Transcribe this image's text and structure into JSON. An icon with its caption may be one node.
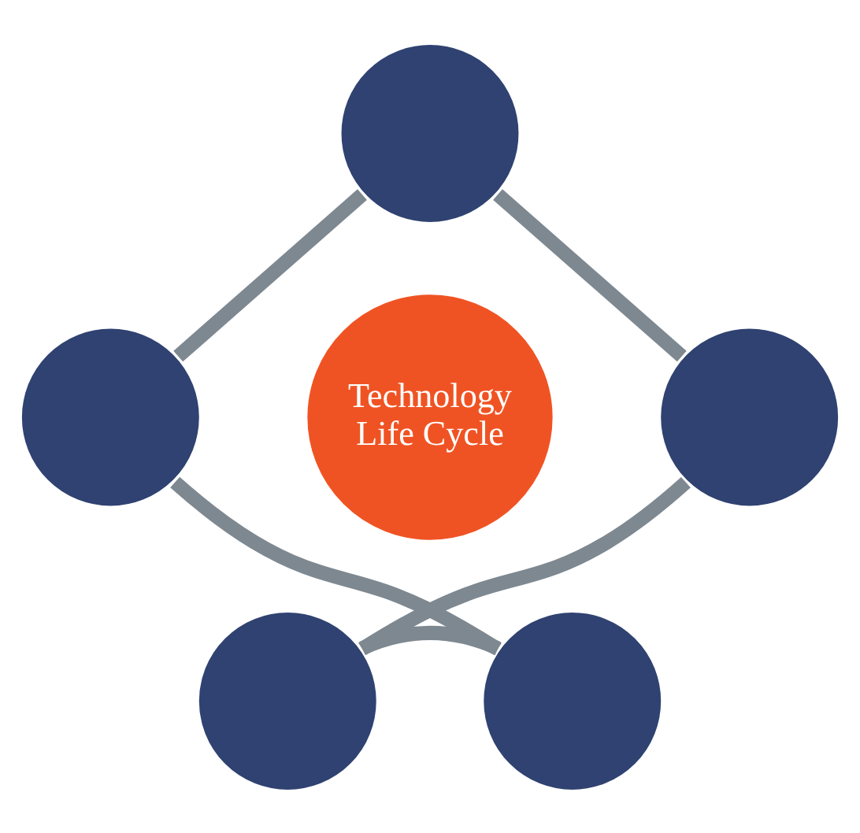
{
  "diagram": {
    "nodes": [
      {
        "text": [],
        "shape": "circle"
      },
      {
        "text": [],
        "shape": "circle"
      },
      {
        "text": [],
        "shape": "circle"
      },
      {
        "text": [
          "Technology Life Cycle"
        ]
      },
      {
        "text": [],
        "shape": "circle"
      },
      {
        "text": [],
        "shape": "circle"
      }
    ],
    "edges": [
      {
        "from": 0,
        "to": 2,
        "arrow": "none"
      },
      {
        "from": 2,
        "to": 5,
        "arrow": "none"
      },
      {
        "from": 5,
        "to": 4,
        "arrow": "none"
      },
      {
        "from": 4,
        "to": 1,
        "arrow": "none"
      },
      {
        "from": 1,
        "to": 0,
        "arrow": "none"
      }
    ]
  }
}
